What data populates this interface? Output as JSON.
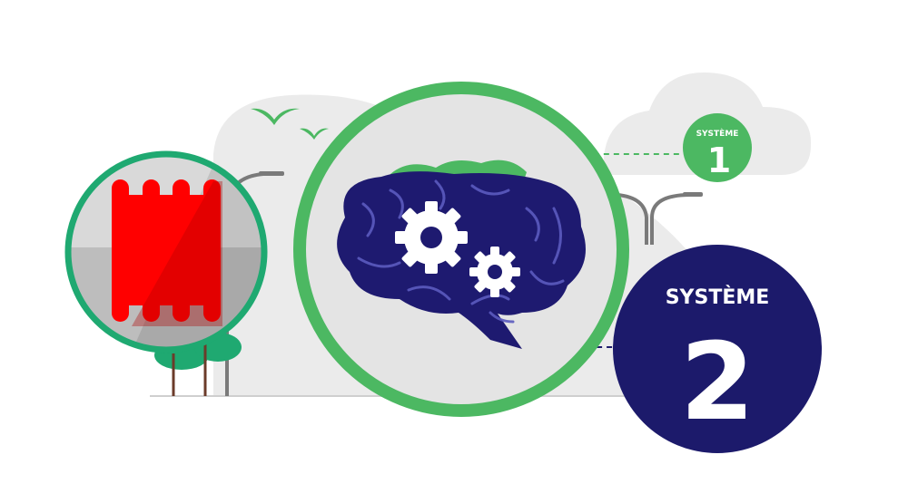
{
  "system1": {
    "label": "SYSTÈME",
    "number": "1",
    "color": "#4cb862"
  },
  "system2": {
    "label": "SYSTÈME",
    "number": "2",
    "color": "#1c1a6b"
  },
  "colors": {
    "ring_green": "#4cb862",
    "left_ring": "#1fa971",
    "brain": "#1e1a70",
    "brain_lines": "#5b5bbf",
    "gear": "#ffffff",
    "red_object": "#ff0000",
    "background_grey": "#ebebeb"
  },
  "icons": [
    "brain-icon",
    "gear-icon",
    "red-ticket-icon",
    "cloud-icon",
    "bird-icon",
    "street-lamp-icon",
    "tree-icon"
  ]
}
